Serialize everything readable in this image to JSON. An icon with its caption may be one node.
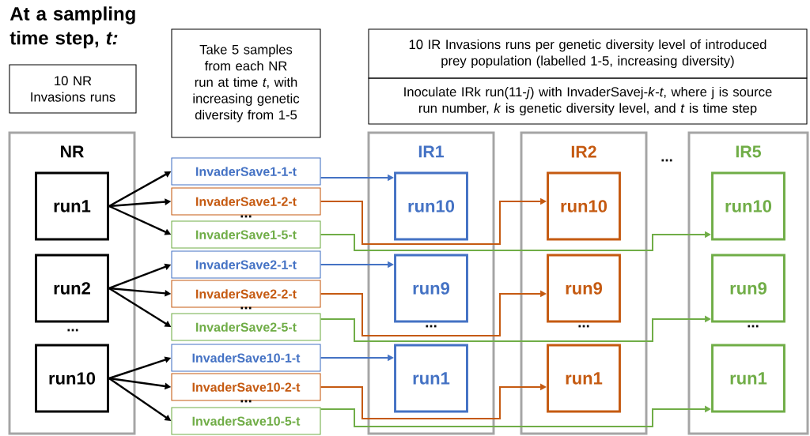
{
  "diagram": {
    "title": "At a sampling time step, *t:*",
    "nodes": [
      {
        "text": [
          "10 NR Invasions runs"
        ]
      },
      {
        "text": [
          "Take 5 samples from each NR run at time *t*, with increasing genetic diversity from 1-5"
        ]
      },
      {
        "text": [
          "10 IR Invasions runs per genetic diversity level of introduced prey population (labelled 1-5, increasing diversity)"
        ]
      },
      {
        "text": [
          "Inoculate IRk run(11-*j*) with InvaderSavej-*k*-*t*, where j is source run number, *k* is genetic diversity level, and *t* is time step"
        ]
      },
      {
        "text": [
          "NR"
        ]
      },
      {
        "text": [
          "run1"
        ],
        "in": 4
      },
      {
        "text": [
          "run2"
        ],
        "in": 4
      },
      {
        "text": [
          "run10"
        ],
        "in": 4
      },
      {
        "text": [
          "InvaderSave1-1-t"
        ]
      },
      {
        "text": [
          "InvaderSave1-2-t"
        ]
      },
      {
        "text": [
          "InvaderSave1-5-t"
        ]
      },
      {
        "text": [
          "InvaderSave2-1-t"
        ]
      },
      {
        "text": [
          "InvaderSave2-2-t"
        ]
      },
      {
        "text": [
          "InvaderSave2-5-t"
        ]
      },
      {
        "text": [
          "InvaderSave10-1-t"
        ]
      },
      {
        "text": [
          "InvaderSave10-2-t"
        ]
      },
      {
        "text": [
          "InvaderSave10-5-t"
        ]
      },
      {
        "text": [
          "IR1"
        ]
      },
      {
        "text": [
          "run10"
        ],
        "in": 17
      },
      {
        "text": [
          "run9"
        ],
        "in": 17
      },
      {
        "text": [
          "run1"
        ],
        "in": 17
      },
      {
        "text": [
          "IR2"
        ]
      },
      {
        "text": [
          "run10"
        ],
        "in": 21
      },
      {
        "text": [
          "run9"
        ],
        "in": 21
      },
      {
        "text": [
          "run1"
        ],
        "in": 21
      },
      {
        "text": [
          "IR5"
        ]
      },
      {
        "text": [
          "run10"
        ],
        "in": 25
      },
      {
        "text": [
          "run9"
        ],
        "in": 25
      },
      {
        "text": [
          "run1"
        ],
        "in": 25
      }
    ],
    "edges": [
      {
        "from": 5,
        "to": 8,
        "arrow": "to"
      },
      {
        "from": 5,
        "to": 9,
        "arrow": "to"
      },
      {
        "from": 5,
        "to": 10,
        "arrow": "to"
      },
      {
        "from": 6,
        "to": 11,
        "arrow": "to"
      },
      {
        "from": 6,
        "to": 12,
        "arrow": "to"
      },
      {
        "from": 6,
        "to": 13,
        "arrow": "to"
      },
      {
        "from": 7,
        "to": 14,
        "arrow": "to"
      },
      {
        "from": 7,
        "to": 15,
        "arrow": "to"
      },
      {
        "from": 7,
        "to": 16,
        "arrow": "to"
      },
      {
        "from": 8,
        "to": 18,
        "arrow": "to",
        "color": "#4472c4"
      },
      {
        "from": 9,
        "to": 22,
        "arrow": "to",
        "color": "#c55a11"
      },
      {
        "from": 10,
        "to": 26,
        "arrow": "to",
        "color": "#70ad47"
      },
      {
        "from": 11,
        "to": 19,
        "arrow": "to",
        "color": "#4472c4"
      },
      {
        "from": 12,
        "to": 23,
        "arrow": "to",
        "color": "#c55a11"
      },
      {
        "from": 13,
        "to": 27,
        "arrow": "to",
        "color": "#70ad47"
      },
      {
        "from": 14,
        "to": 20,
        "arrow": "to",
        "color": "#4472c4"
      },
      {
        "from": 15,
        "to": 24,
        "arrow": "to",
        "color": "#c55a11"
      },
      {
        "from": 16,
        "to": 28,
        "arrow": "to",
        "color": "#70ad47"
      }
    ],
    "labels": [
      "...",
      "...",
      "...",
      "...",
      "...",
      "...",
      "...",
      "..."
    ]
  }
}
